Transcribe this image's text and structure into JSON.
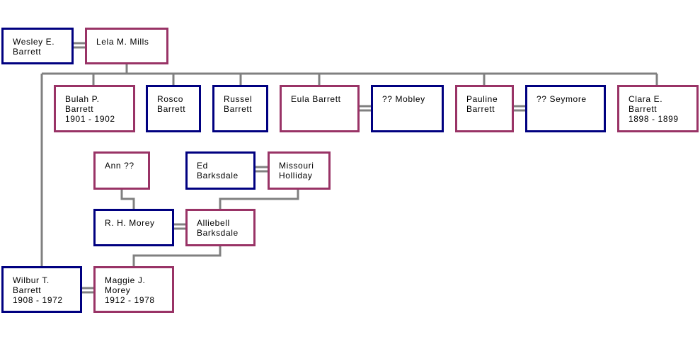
{
  "people": {
    "wesley": {
      "lines": [
        "Wesley E.",
        "Barrett"
      ],
      "sex": "male"
    },
    "lela": {
      "lines": [
        "Lela M. Mills"
      ],
      "sex": "female"
    },
    "bulah": {
      "lines": [
        "Bulah P.",
        "Barrett",
        "1901 - 1902"
      ],
      "sex": "female"
    },
    "rosco": {
      "lines": [
        "Rosco",
        "Barrett"
      ],
      "sex": "male"
    },
    "russel": {
      "lines": [
        "Russel",
        "Barrett"
      ],
      "sex": "male"
    },
    "eula": {
      "lines": [
        "Eula Barrett"
      ],
      "sex": "female"
    },
    "mobley": {
      "lines": [
        "?? Mobley"
      ],
      "sex": "male"
    },
    "pauline": {
      "lines": [
        "Pauline",
        "Barrett"
      ],
      "sex": "female"
    },
    "seymore": {
      "lines": [
        "?? Seymore"
      ],
      "sex": "male"
    },
    "clara": {
      "lines": [
        "Clara E.",
        "Barrett",
        "1898 - 1899"
      ],
      "sex": "female"
    },
    "ann": {
      "lines": [
        "Ann ??"
      ],
      "sex": "female"
    },
    "ed": {
      "lines": [
        "Ed",
        "Barksdale"
      ],
      "sex": "male"
    },
    "missouri": {
      "lines": [
        "Missouri",
        "Holliday"
      ],
      "sex": "female"
    },
    "rh": {
      "lines": [
        "R. H. Morey"
      ],
      "sex": "male"
    },
    "alliebell": {
      "lines": [
        "Alliebell",
        "Barksdale"
      ],
      "sex": "female"
    },
    "wilbur": {
      "lines": [
        "Wilbur T.",
        "Barrett",
        "1908 - 1972"
      ],
      "sex": "male"
    },
    "maggie": {
      "lines": [
        "Maggie J.",
        "Morey",
        "1912 - 1978"
      ],
      "sex": "female"
    }
  },
  "colors": {
    "male": "#000080",
    "female": "#993366",
    "connector": "#808080"
  }
}
